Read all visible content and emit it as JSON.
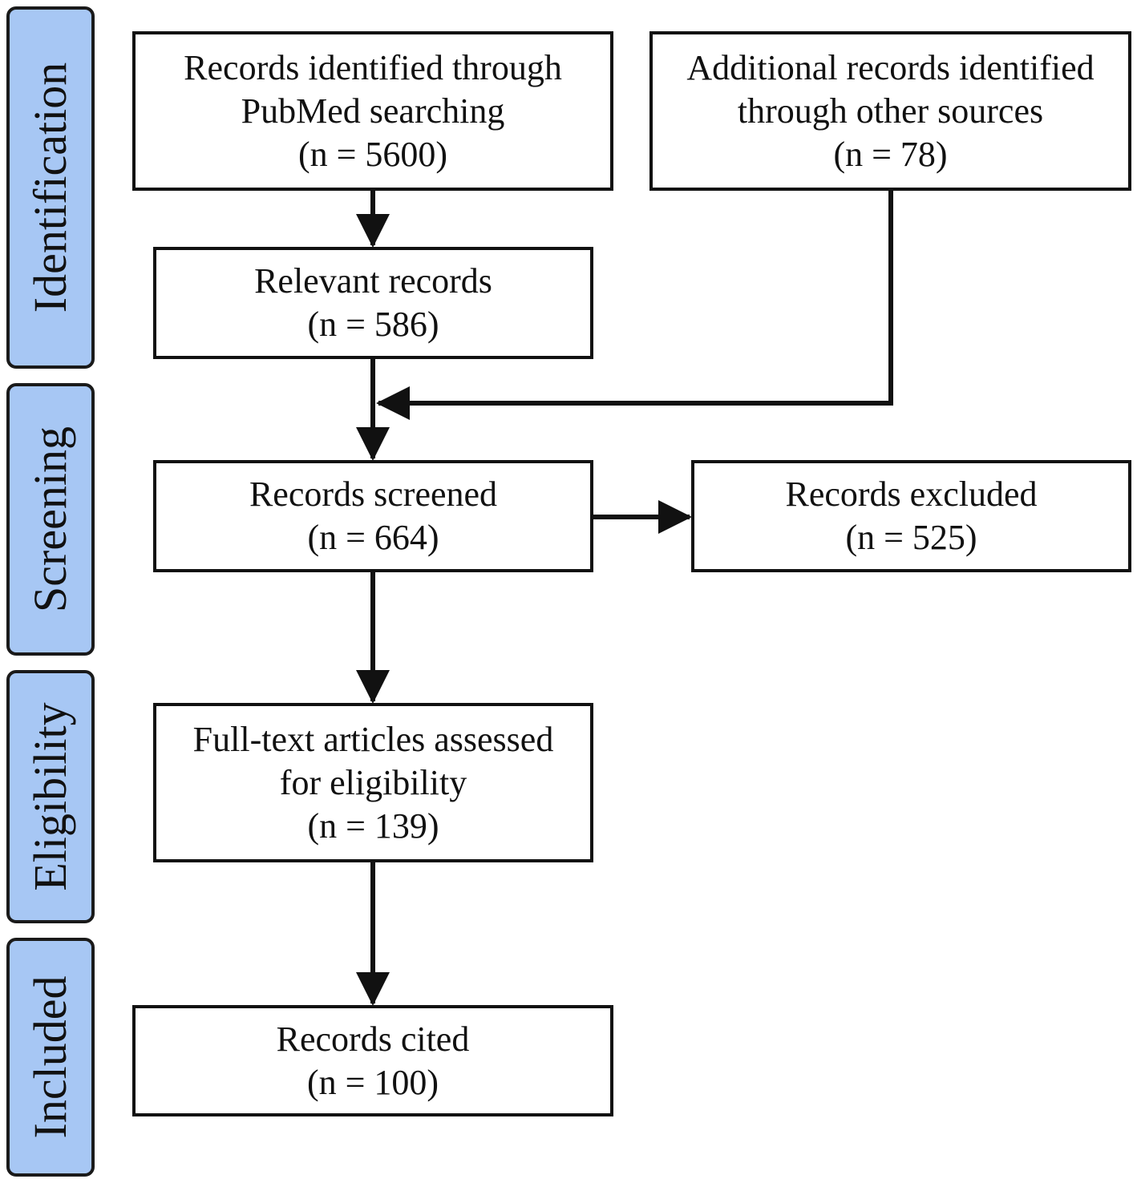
{
  "phases": {
    "identification": "Identification",
    "screening": "Screening",
    "eligibility": "Eligibility",
    "included": "Included"
  },
  "boxes": {
    "pubmed": {
      "line1": "Records identified through",
      "line2": "PubMed searching",
      "count": "(n = 5600)"
    },
    "other": {
      "line1": "Additional records identified",
      "line2": "through other sources",
      "count": "(n = 78)"
    },
    "relevant": {
      "line1": "Relevant records",
      "count": "(n = 586)"
    },
    "screened": {
      "line1": "Records screened",
      "count": "(n = 664)"
    },
    "excluded": {
      "line1": "Records excluded",
      "count": "(n = 525)"
    },
    "fulltext": {
      "line1": "Full-text articles assessed",
      "line2": "for eligibility",
      "count": "(n = 139)"
    },
    "cited": {
      "line1": "Records cited",
      "count": "(n = 100)"
    }
  },
  "colors": {
    "phase_fill": "#a7c7f4",
    "stroke": "#111111"
  }
}
